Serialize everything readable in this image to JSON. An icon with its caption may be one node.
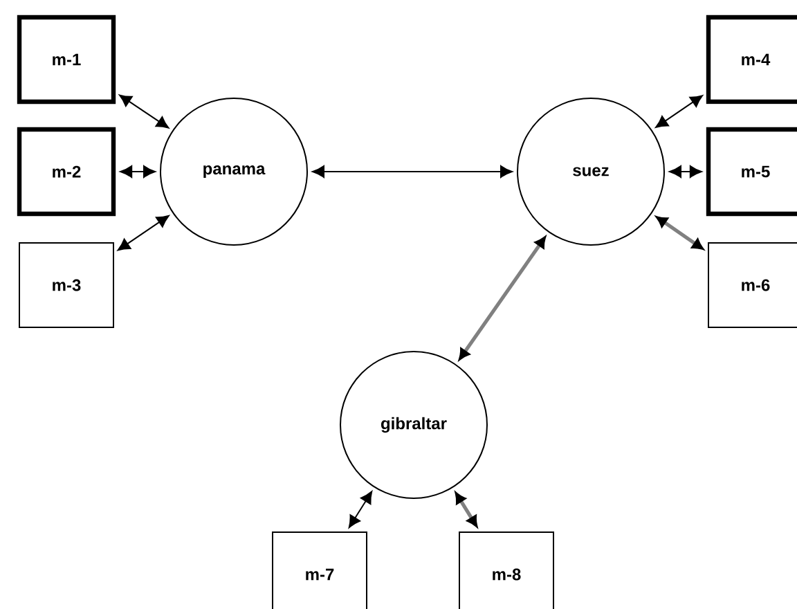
{
  "diagram": {
    "nodes": [
      {
        "text": [
          "m-1"
        ]
      },
      {
        "text": [
          "m-2"
        ]
      },
      {
        "text": [
          "m-3"
        ]
      },
      {
        "text": [
          "panama"
        ]
      },
      {
        "text": [
          "suez"
        ]
      },
      {
        "text": [
          "m-4"
        ]
      },
      {
        "text": [
          "m-5"
        ]
      },
      {
        "text": [
          "m-6"
        ]
      },
      {
        "text": [
          "gibraltar"
        ]
      },
      {
        "text": [
          "m-7"
        ]
      },
      {
        "text": [
          "m-8"
        ]
      }
    ],
    "edges": [
      {
        "from": 0,
        "to": 3,
        "arrow": "both"
      },
      {
        "from": 1,
        "to": 3,
        "arrow": "both"
      },
      {
        "from": 2,
        "to": 3,
        "arrow": "both"
      },
      {
        "from": 3,
        "to": 4,
        "arrow": "both"
      },
      {
        "from": 4,
        "to": 5,
        "arrow": "both"
      },
      {
        "from": 4,
        "to": 6,
        "arrow": "both"
      },
      {
        "from": 4,
        "to": 7,
        "arrow": "both",
        "style": "thick",
        "color": "#808080"
      },
      {
        "from": 4,
        "to": 8,
        "arrow": "both",
        "style": "thick",
        "color": "#808080"
      },
      {
        "from": 8,
        "to": 9,
        "arrow": "both"
      },
      {
        "from": 8,
        "to": 10,
        "arrow": "both",
        "style": "thick",
        "color": "#808080"
      }
    ]
  }
}
